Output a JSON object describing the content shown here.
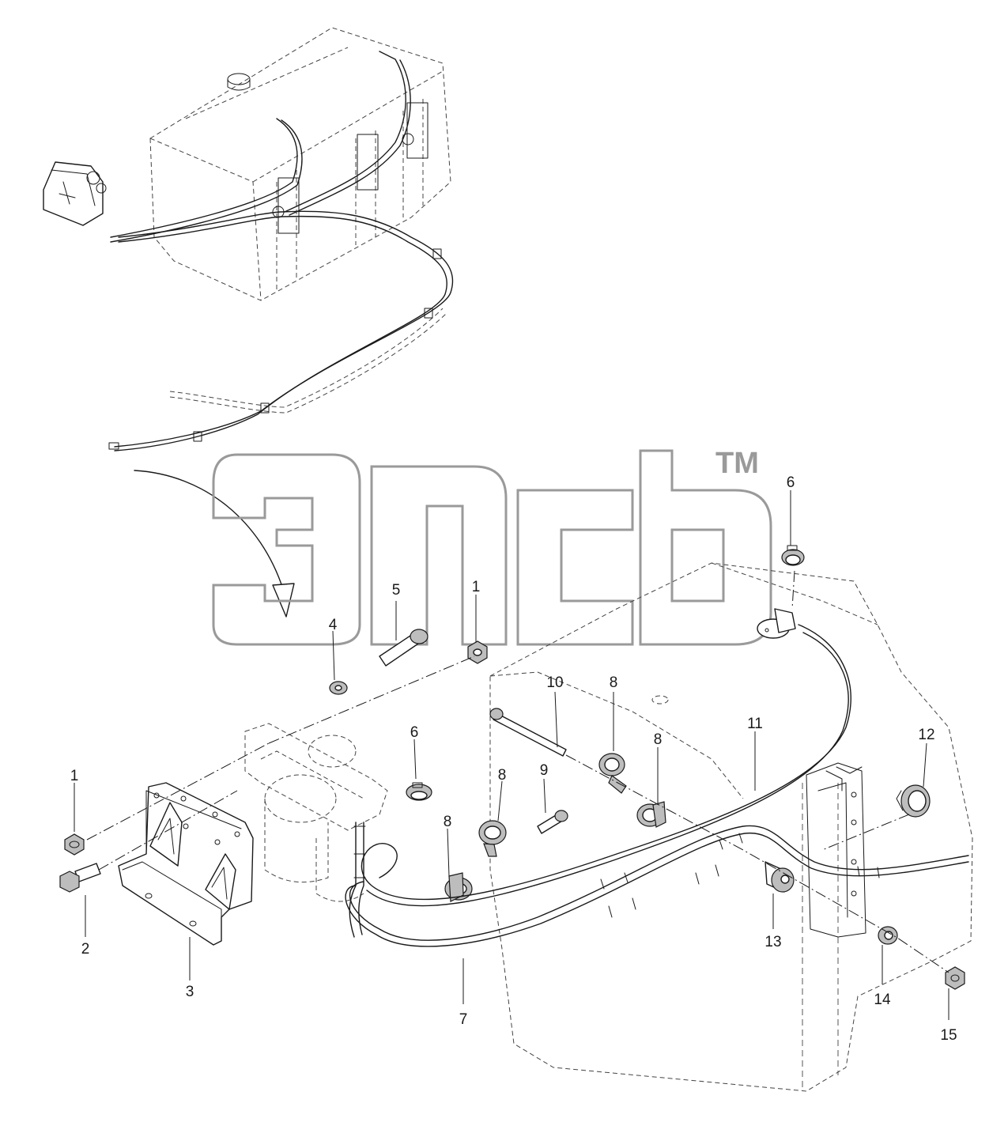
{
  "diagram": {
    "callouts": [
      {
        "id": "c1a",
        "label": "1"
      },
      {
        "id": "c1b",
        "label": "1"
      },
      {
        "id": "c2",
        "label": "2"
      },
      {
        "id": "c3",
        "label": "3"
      },
      {
        "id": "c4",
        "label": "4"
      },
      {
        "id": "c5",
        "label": "5"
      },
      {
        "id": "c6a",
        "label": "6"
      },
      {
        "id": "c6b",
        "label": "6"
      },
      {
        "id": "c7",
        "label": "7"
      },
      {
        "id": "c8a",
        "label": "8"
      },
      {
        "id": "c8b",
        "label": "8"
      },
      {
        "id": "c8c",
        "label": "8"
      },
      {
        "id": "c8d",
        "label": "8"
      },
      {
        "id": "c9",
        "label": "9"
      },
      {
        "id": "c10",
        "label": "10"
      },
      {
        "id": "c11",
        "label": "11"
      },
      {
        "id": "c12",
        "label": "12"
      },
      {
        "id": "c13",
        "label": "13"
      },
      {
        "id": "c14",
        "label": "14"
      },
      {
        "id": "c15",
        "label": "15"
      }
    ],
    "watermark": {
      "trademark": "TM"
    },
    "colors": {
      "ink": "#1a1a1a",
      "watermark": "#9a9a9a",
      "background": "#ffffff"
    }
  }
}
